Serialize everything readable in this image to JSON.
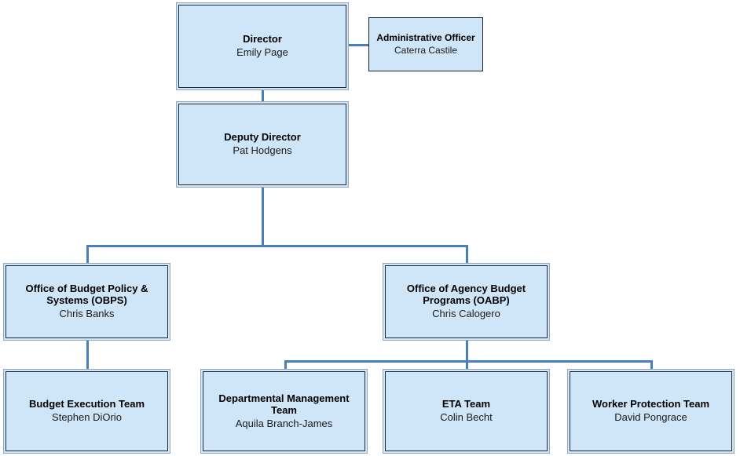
{
  "chart_data": {
    "type": "diagram",
    "diagram_type": "organizational-chart",
    "title": "",
    "colors": {
      "box_fill": "#CFE5F8",
      "box_border": "#1F2A3C",
      "box_outer_frame": "#8FA8BE",
      "connector": "#4A7EBB",
      "background": "#FFFFFF",
      "title_text": "#000000",
      "name_text": "#1A1A1A"
    },
    "nodes": [
      {
        "id": "director",
        "title": "Director",
        "name": "Emily Page",
        "level": 0,
        "style": "double-border"
      },
      {
        "id": "admin-officer",
        "title": "Administrative Officer",
        "name": "Caterra Castile",
        "level": 0,
        "style": "flat"
      },
      {
        "id": "deputy",
        "title": "Deputy Director",
        "name": "Pat Hodgens",
        "level": 1,
        "style": "double-border"
      },
      {
        "id": "obps",
        "title": "Office of Budget Policy & Systems (OBPS)",
        "name": "Chris Banks",
        "level": 2,
        "style": "double-border"
      },
      {
        "id": "oabp",
        "title": "Office of Agency Budget Programs (OABP)",
        "name": "Chris Calogero",
        "level": 2,
        "style": "double-border"
      },
      {
        "id": "bet",
        "title": "Budget Execution Team",
        "name": "Stephen DiOrio",
        "level": 3,
        "style": "double-border"
      },
      {
        "id": "dmt",
        "title": "Departmental Management Team",
        "name": "Aquila Branch-James",
        "level": 3,
        "style": "double-border"
      },
      {
        "id": "eta",
        "title": "ETA Team",
        "name": "Colin Becht",
        "level": 3,
        "style": "double-border"
      },
      {
        "id": "wpt",
        "title": "Worker Protection Team",
        "name": "David Pongrace",
        "level": 3,
        "style": "double-border"
      }
    ],
    "edges": [
      {
        "from": "director",
        "to": "admin-officer",
        "kind": "lateral-staff"
      },
      {
        "from": "director",
        "to": "deputy",
        "kind": "direct"
      },
      {
        "from": "deputy",
        "to": "obps",
        "kind": "branch"
      },
      {
        "from": "deputy",
        "to": "oabp",
        "kind": "branch"
      },
      {
        "from": "obps",
        "to": "bet",
        "kind": "direct"
      },
      {
        "from": "oabp",
        "to": "dmt",
        "kind": "branch"
      },
      {
        "from": "oabp",
        "to": "eta",
        "kind": "branch"
      },
      {
        "from": "oabp",
        "to": "wpt",
        "kind": "branch"
      }
    ]
  },
  "boxes": {
    "director": {
      "title": "Director",
      "name": "Emily Page"
    },
    "admin_officer": {
      "title": "Administrative Officer",
      "name": "Caterra Castile"
    },
    "deputy": {
      "title": "Deputy Director",
      "name": "Pat Hodgens"
    },
    "obps": {
      "title": "Office of Budget Policy & Systems (OBPS)",
      "name": "Chris Banks"
    },
    "oabp": {
      "title": "Office of Agency Budget Programs (OABP)",
      "name": "Chris Calogero"
    },
    "budget_execution_team": {
      "title": "Budget Execution Team",
      "name": "Stephen DiOrio"
    },
    "departmental_management_team": {
      "title": "Departmental Management Team",
      "name": "Aquila Branch-James"
    },
    "eta_team": {
      "title": "ETA Team",
      "name": "Colin Becht"
    },
    "worker_protection_team": {
      "title": "Worker Protection Team",
      "name": "David Pongrace"
    }
  }
}
